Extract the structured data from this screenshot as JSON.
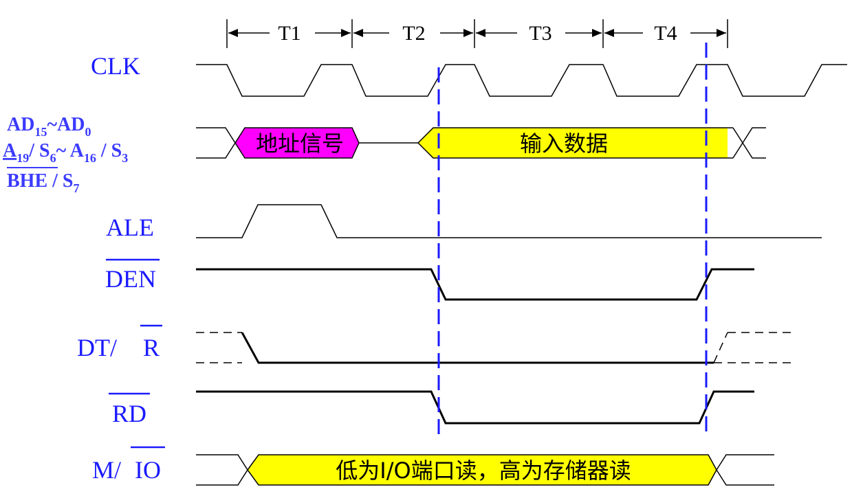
{
  "periods": [
    "T1",
    "T2",
    "T3",
    "T4"
  ],
  "signals": {
    "clk": "CLK",
    "ad": {
      "line1": {
        "base1": "AD",
        "sub1": "15",
        "mid": "~AD",
        "sub2": "0"
      },
      "line2": {
        "a": "A",
        "a_sub": "19",
        "s": "/ S",
        "s_sub": "6",
        "mid": "~ A",
        "b_sub": "16",
        "s2": " / S",
        "s2_sub": "3"
      },
      "line3": {
        "bhe": "BHE",
        "rest": " / S",
        "rest_sub": "7"
      }
    },
    "ale": "ALE",
    "den": "DEN",
    "dtr": {
      "dt": "DT/",
      "r": "R"
    },
    "rd": "RD",
    "mio": {
      "m": "M/",
      "io": "IO"
    }
  },
  "boxes": {
    "address": {
      "label": "地址信号",
      "color": "#ff00ff"
    },
    "data": {
      "label": "输入数据",
      "color": "#ffff00"
    },
    "mio": {
      "label": "低为I/O端口读，高为存储器读",
      "color": "#ffff00"
    }
  },
  "colors": {
    "label": "#1a1aff",
    "guide": "#1a1aff"
  }
}
